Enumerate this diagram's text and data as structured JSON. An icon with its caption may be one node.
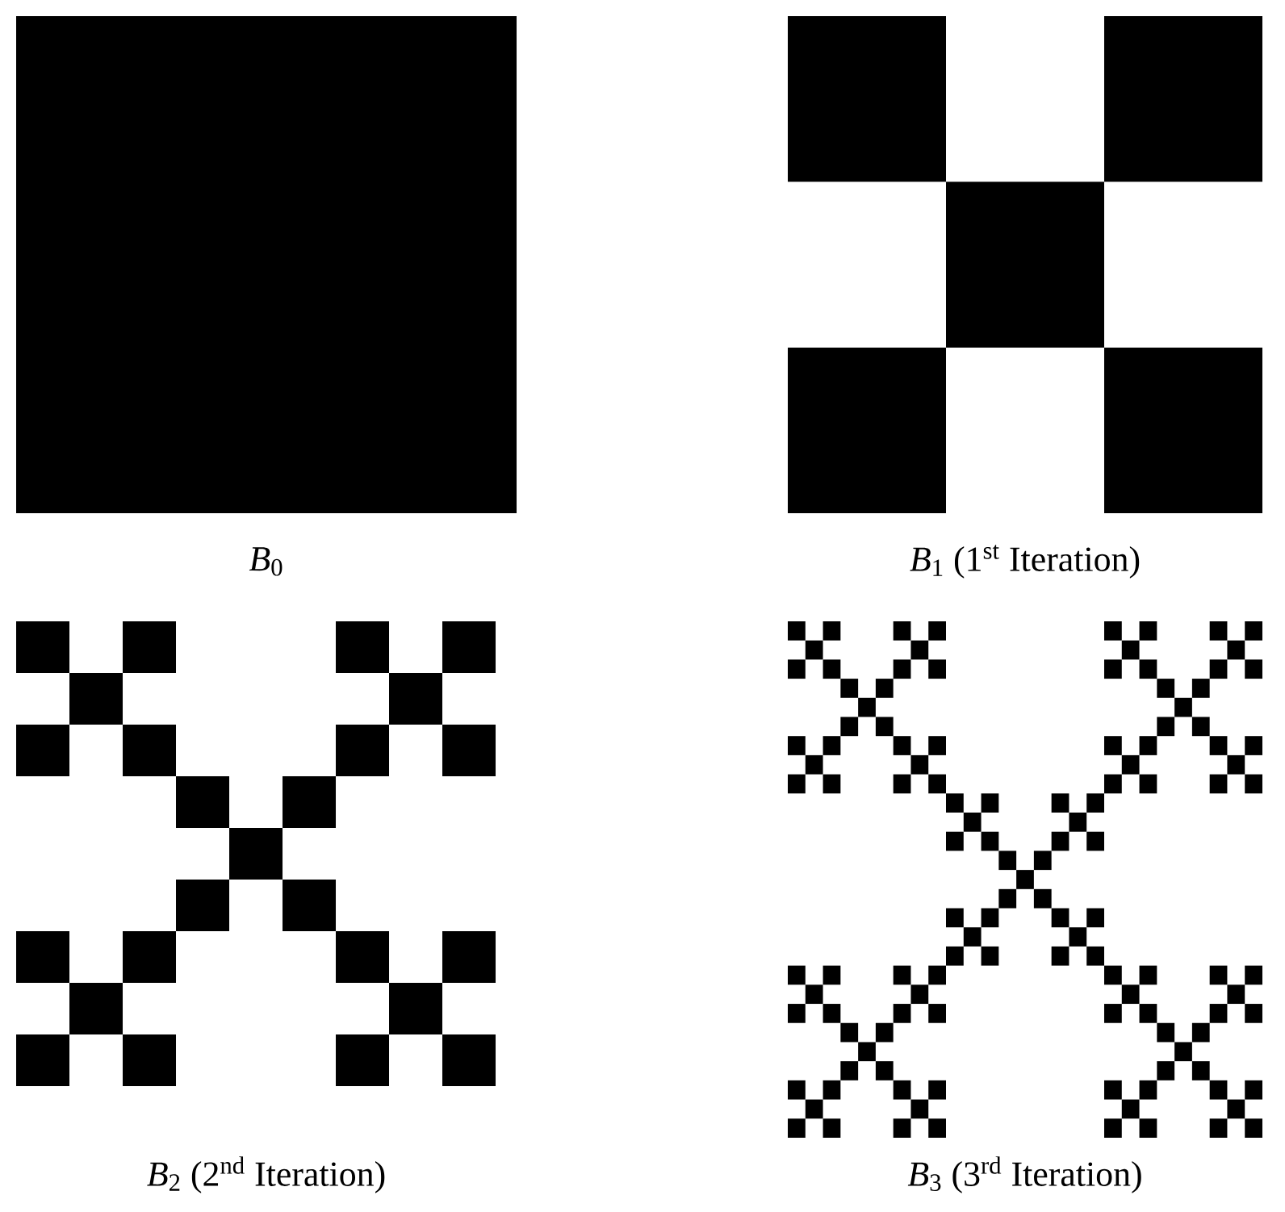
{
  "diagram": {
    "labels": [
      "*B*$_{0}$",
      "*B*$_{1}$ (1$^{st}$ Iteration)",
      "*B*$_{2}$ (2$^{nd}$ Iteration)",
      "*B*$_{3}$ (3$^{rd}$ Iteration)"
    ]
  }
}
